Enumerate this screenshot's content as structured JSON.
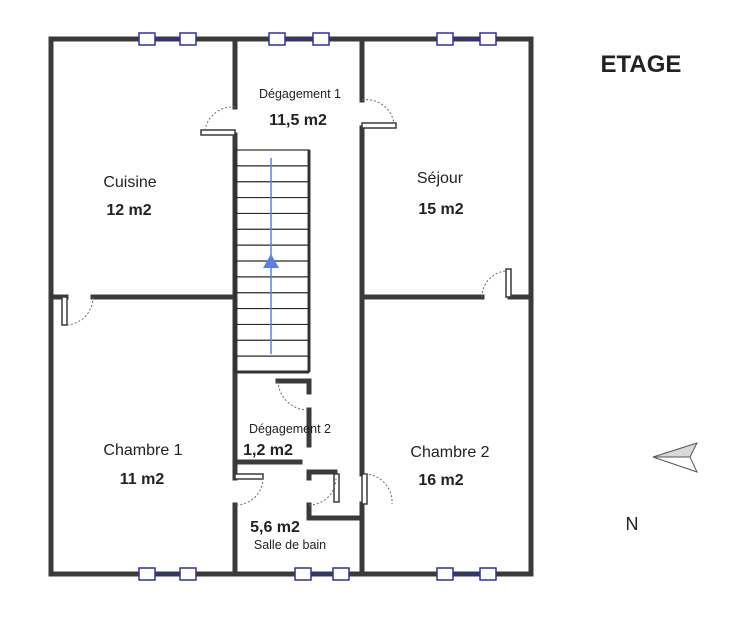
{
  "plan": {
    "title": "ETAGE",
    "north_label": "N",
    "rooms": [
      {
        "id": "degagement1",
        "name": "Dégagement 1",
        "area": "11,5 m2"
      },
      {
        "id": "cuisine",
        "name": "Cuisine",
        "area": "12 m2"
      },
      {
        "id": "sejour",
        "name": "Séjour",
        "area": "15 m2"
      },
      {
        "id": "chambre1",
        "name": "Chambre 1",
        "area": "11 m2"
      },
      {
        "id": "degagement2",
        "name": "Dégagement 2",
        "area": "1,2 m2"
      },
      {
        "id": "chambre2",
        "name": "Chambre 2",
        "area": "16 m2"
      },
      {
        "id": "sdb",
        "name": "Salle de bain",
        "area": "5,6 m2"
      }
    ],
    "colors": {
      "wall": "#3a3a3a",
      "window": "#2f2fa8",
      "stair_arrow": "#5b7fe0"
    }
  }
}
